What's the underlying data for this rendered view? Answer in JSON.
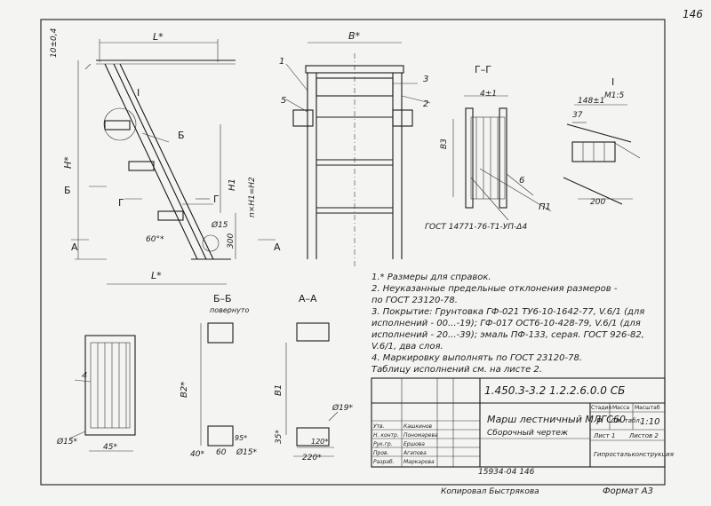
{
  "page_number": "146",
  "main_view": {
    "dim_top": "10±0,4",
    "dim_L_top": "L*",
    "dim_L_bottom": "L*",
    "dim_H": "H*",
    "dim_H1": "H1",
    "dim_n": "n×H1=H2",
    "dim_300": "300",
    "angle": "60°*",
    "dim_phi15": "Ø15",
    "callout_I": "I",
    "section_B": "Б",
    "section_G": "Г",
    "section_A": "А"
  },
  "front_view": {
    "dim_B": "В*",
    "pos1": "1",
    "pos2": "2",
    "pos3": "3",
    "pos5": "5"
  },
  "section_GG": {
    "title": "Г–Г",
    "dim": "4±1",
    "dim_B3": "В3",
    "pos6": "6",
    "label_P1": "П1",
    "gost": "ГОСТ 14771-76-Т1-УП-Δ4"
  },
  "detail_I": {
    "title": "I",
    "scale": "М1:5",
    "dim_148": "148±1",
    "dim_37": "37",
    "dim_200": "200"
  },
  "section_BB": {
    "title": "Б–Б",
    "subtitle": "повернуто",
    "pos4": "4",
    "dim_phi15": "Ø15*",
    "dim_45": "45*"
  },
  "section_AA": {
    "title": "А–А",
    "dim_B2": "В2*",
    "dim_B1": "В1",
    "dim_35": "35*",
    "dim_40": "40*",
    "dim_60": "60",
    "dim_95": "95*",
    "dim_phi15": "Ø15*",
    "dim_phi19": "Ø19*",
    "dim_120": "120*",
    "dim_220": "220*"
  },
  "notes": [
    "1.* Размеры для справок.",
    "2. Неуказанные предельные отклонения размеров -",
    "   по ГОСТ 23120-78.",
    "3. Покрытие: Грунтовка ГФ-021 ТУ6-10-1642-77, V.6/1 (для",
    "   исполнений - 00...-19); ГФ-017 ОСТ6-10-428-79, V.6/1 (для",
    "   исполнений - 20...-39); эмаль ПФ-133, серая. ГОСТ 926-82,",
    "   V.6/1, два слоя.",
    "4. Маркировку выполнять по ГОСТ 23120-78.",
    "   Таблицу исполнений см. на листе 2."
  ],
  "title_block": {
    "code": "1.450.3-3.2  1.2.2.6.0.0 СБ",
    "name": "Марш лестничный МЛГС60",
    "doc_type": "Сборочный чертеж",
    "stage_header": "Стадия",
    "mass_header": "Масса",
    "scale_header": "Масштаб",
    "stage": "Р",
    "mass": "См. табл.",
    "scale": "1:10",
    "sheet": "Лист 1",
    "sheets": "Листов 2",
    "org": "Гипростальконструкция",
    "roles": [
      "Утв.",
      "Н. контр.",
      "Рук.гр.",
      "Пров.",
      "Разраб."
    ],
    "names": [
      "Кашкинов",
      "Пономарева",
      "Ершова",
      "Агапова",
      "Маркарова"
    ]
  },
  "archive_no": "15934-04   146",
  "copied_by": "Копировал  Быстрякова",
  "format": "Формат А3"
}
